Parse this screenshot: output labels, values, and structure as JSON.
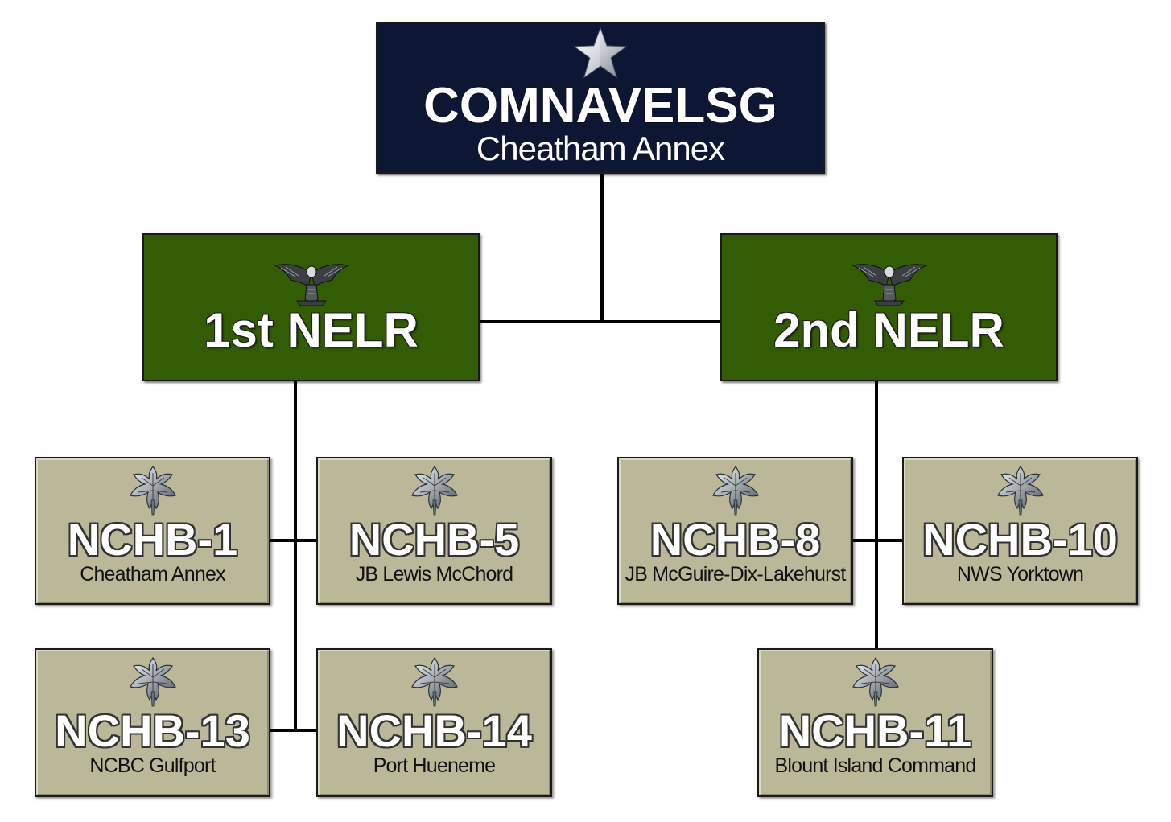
{
  "colors": {
    "top_fill": "#0d1733",
    "regiment_fill": "#335d05",
    "unit_fill": "#bbb89a",
    "line": "#000000",
    "text_white": "#ffffff",
    "text_dark": "#111111"
  },
  "top": {
    "title": "COMNAVELSG",
    "subtitle": "Cheatham Annex",
    "insignia": "star-icon"
  },
  "regiments": [
    {
      "title": "1st NELR",
      "insignia": "eagle-icon"
    },
    {
      "title": "2nd NELR",
      "insignia": "eagle-icon"
    }
  ],
  "units": [
    {
      "title": "NCHB-1",
      "subtitle": "Cheatham Annex",
      "insignia": "oak-leaf-icon"
    },
    {
      "title": "NCHB-5",
      "subtitle": "JB Lewis McChord",
      "insignia": "oak-leaf-icon"
    },
    {
      "title": "NCHB-13",
      "subtitle": "NCBC Gulfport",
      "insignia": "oak-leaf-icon"
    },
    {
      "title": "NCHB-14",
      "subtitle": "Port Hueneme",
      "insignia": "oak-leaf-icon"
    },
    {
      "title": "NCHB-8",
      "subtitle": "JB McGuire-Dix-Lakehurst",
      "insignia": "oak-leaf-icon"
    },
    {
      "title": "NCHB-10",
      "subtitle": "NWS Yorktown",
      "insignia": "oak-leaf-icon"
    },
    {
      "title": "NCHB-11",
      "subtitle": "Blount Island Command",
      "insignia": "oak-leaf-icon"
    }
  ]
}
